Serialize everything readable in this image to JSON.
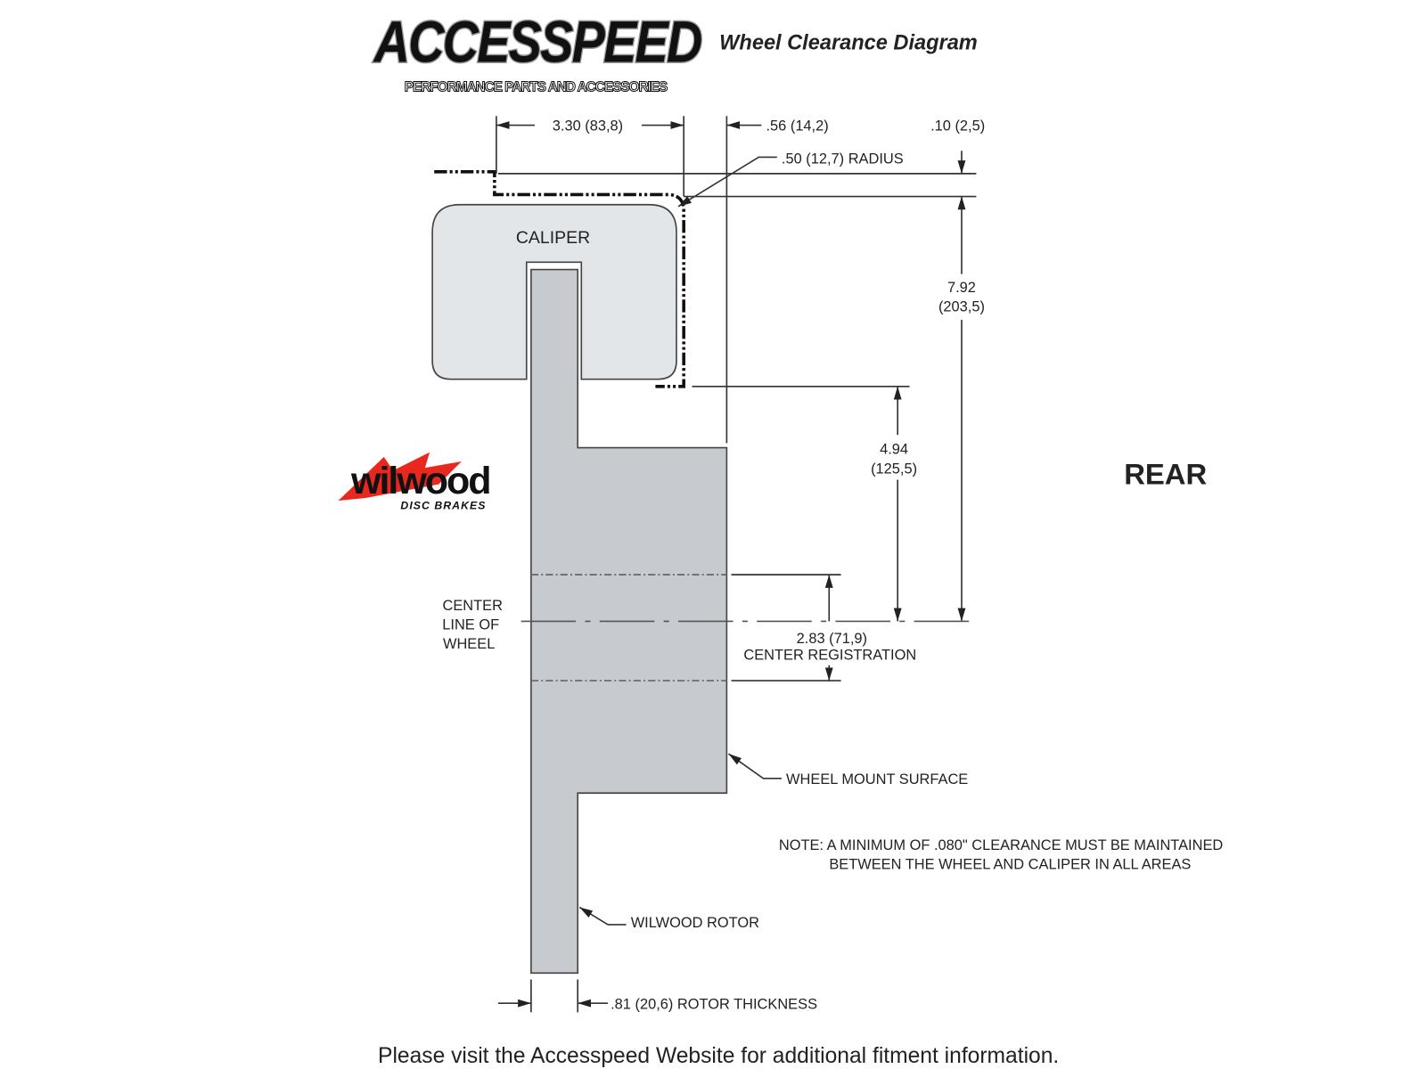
{
  "header": {
    "brand_logo": "ACCESSPEED",
    "brand_tagline": "PERFORMANCE PARTS AND ACCESSORIES",
    "title": "Wheel Clearance Diagram"
  },
  "partner_logo": {
    "name": "wilwood",
    "tagline": "DISC BRAKES"
  },
  "dimensions": {
    "caliper_width": "3.30 (83,8)",
    "outer_offset": ".56 (14,2)",
    "top_gap": ".10 (2,5)",
    "radius": ".50 (12,7) RADIUS",
    "overall_height_in": "7.92",
    "overall_height_mm": "(203,5)",
    "lower_height_in": "4.94",
    "lower_height_mm": "(125,5)",
    "center_reg_value": "2.83 (71,9)",
    "center_reg_label": "CENTER REGISTRATION",
    "rotor_thickness": ".81 (20,6) ROTOR THICKNESS"
  },
  "labels": {
    "caliper": "CALIPER",
    "centerline": [
      "CENTER",
      "LINE OF",
      "WHEEL"
    ],
    "wheel_mount": "WHEEL MOUNT SURFACE",
    "rotor": "WILWOOD ROTOR",
    "position": "REAR",
    "note": [
      "NOTE: A MINIMUM OF .080\" CLEARANCE MUST BE MAINTAINED",
      "BETWEEN THE WHEEL AND CALIPER IN ALL AREAS"
    ]
  },
  "footer": "Please visit the Accesspeed Website for additional fitment information.",
  "colors": {
    "caliper_fill": "#e3e6e9",
    "rotor_fill": "#c7cbcf",
    "wilwood_red": "#e8281e"
  }
}
